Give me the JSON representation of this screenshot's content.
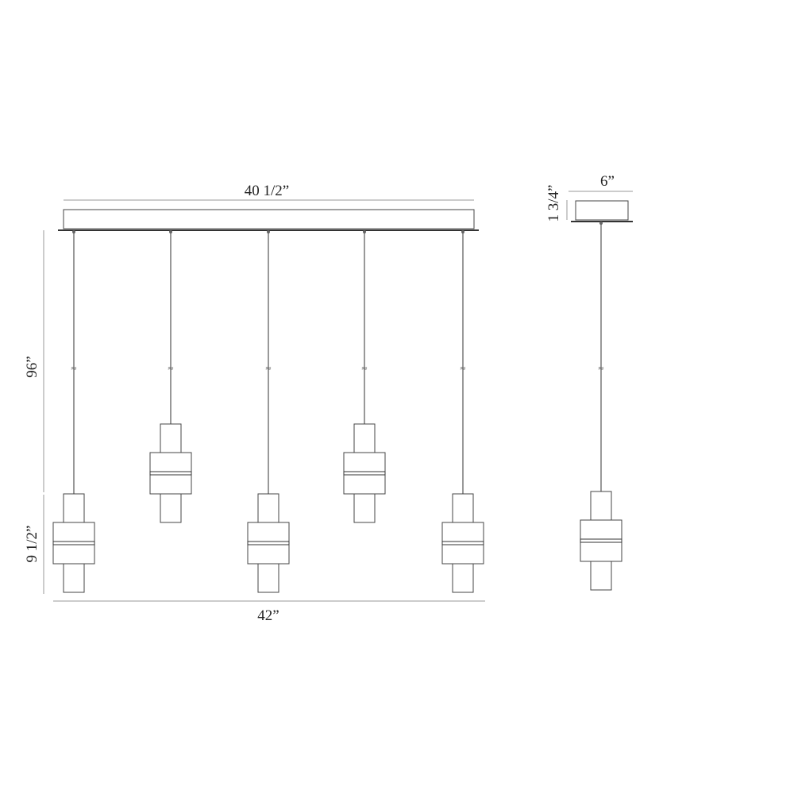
{
  "dimensions": {
    "canopy_length": "40  1/2”",
    "overall_length": "42”",
    "overall_height": "96”",
    "pendant_height": "9  1/2”",
    "canopy_width": "6”",
    "canopy_height": "1  3/4”"
  },
  "cord_break_symbol": "≈",
  "pendant_count": 5
}
